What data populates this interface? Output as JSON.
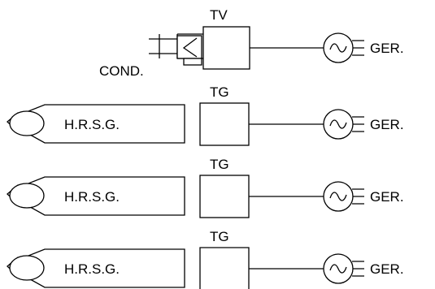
{
  "steam_unit": {
    "turbine_label": "TV",
    "condenser_label": "COND.",
    "generator_label": "GER."
  },
  "gas_units": [
    {
      "hrsg_label": "H.R.S.G.",
      "turbine_label": "TG",
      "generator_label": "GER."
    },
    {
      "hrsg_label": "H.R.S.G.",
      "turbine_label": "TG",
      "generator_label": "GER."
    },
    {
      "hrsg_label": "H.R.S.G.",
      "turbine_label": "TG",
      "generator_label": "GER."
    }
  ]
}
